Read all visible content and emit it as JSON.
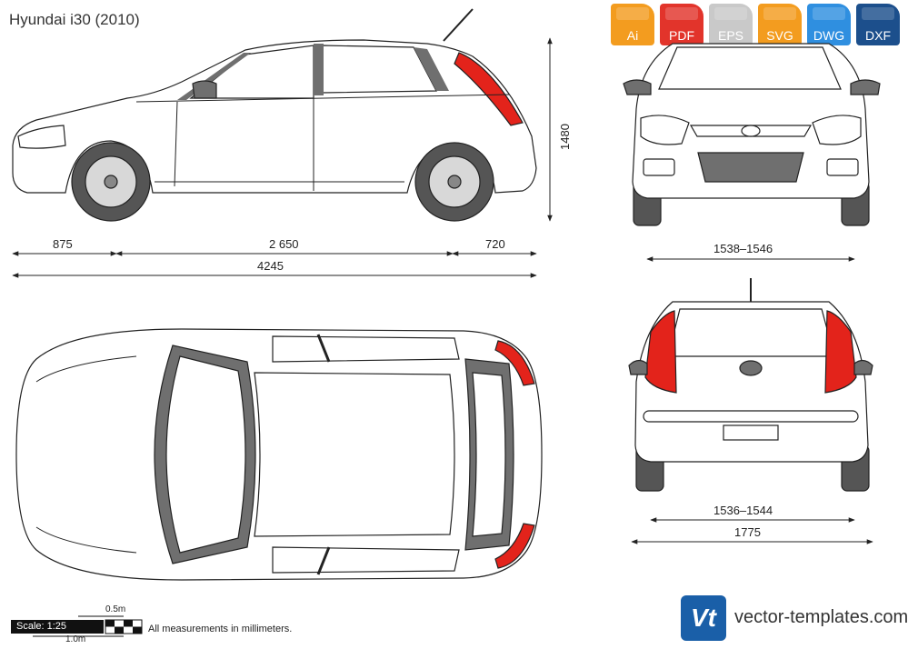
{
  "title": "Hyundai i30 (2010)",
  "formats": [
    {
      "label": "Ai",
      "color": "#f39c1f"
    },
    {
      "label": "PDF",
      "color": "#e2342b"
    },
    {
      "label": "EPS",
      "color": "#c9c9c9"
    },
    {
      "label": "SVG",
      "color": "#f39c1f"
    },
    {
      "label": "DWG",
      "color": "#2f8fe0"
    },
    {
      "label": "DXF",
      "color": "#1c4f8c"
    }
  ],
  "dimensions": {
    "front_overhang": "875",
    "wheelbase": "2 650",
    "rear_overhang": "720",
    "length": "4245",
    "height": "1480",
    "front_track": "1538–1546",
    "rear_track": "1536–1544",
    "width": "1775"
  },
  "scale": {
    "label": "Scale: 1:25",
    "half": "0.5m",
    "full": "1.0m",
    "note": "All measurements in millimeters."
  },
  "brand": {
    "mark": "Vt",
    "name": "vector-templates.com"
  },
  "colors": {
    "glass": "#6f6f6f",
    "taillight": "#e3231b",
    "tire": "#555555",
    "body": "#ffffff",
    "brand": "#1a5fa8"
  }
}
